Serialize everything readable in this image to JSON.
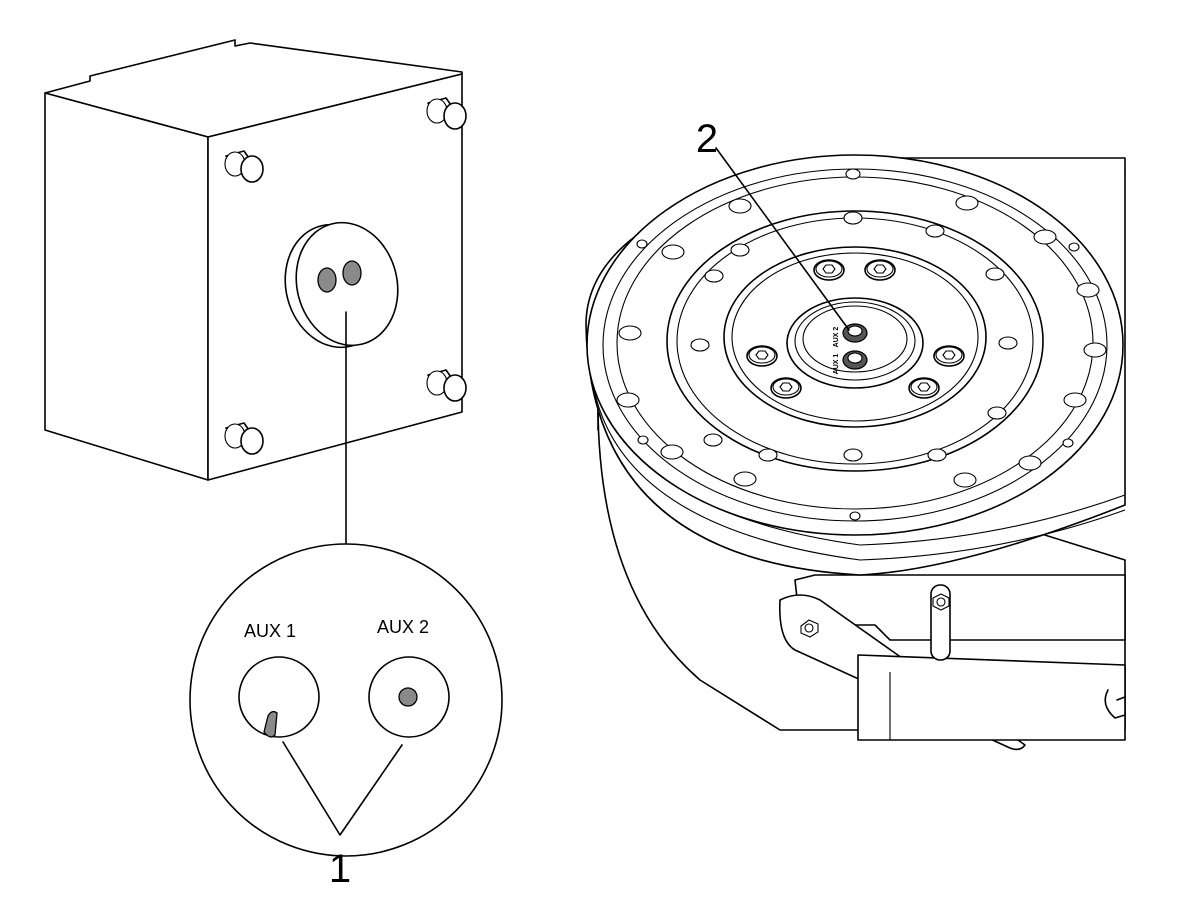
{
  "figure": {
    "detail_labels": {
      "aux1": "AUX 1",
      "aux2": "AUX 2"
    },
    "callouts": {
      "c1": "1",
      "c2": "2"
    },
    "engraving": {
      "aux1": "AUX 1",
      "aux2": "AUX 2"
    }
  }
}
